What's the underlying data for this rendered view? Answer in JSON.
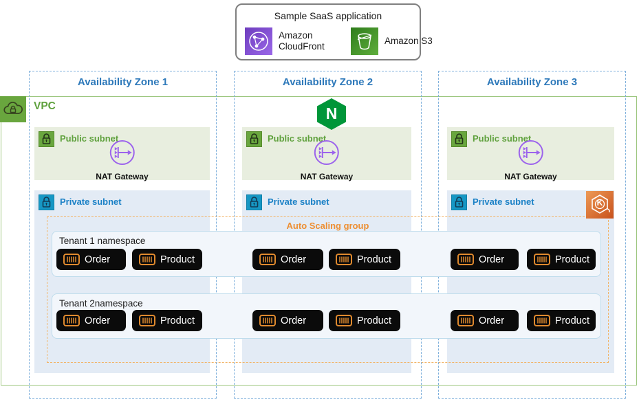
{
  "saas": {
    "title": "Sample SaaS application",
    "services": [
      {
        "label": "Amazon CloudFront"
      },
      {
        "label": "Amazon S3"
      }
    ]
  },
  "zones": [
    {
      "label": "Availability Zone 1"
    },
    {
      "label": "Availability Zone 2"
    },
    {
      "label": "Availability Zone 3"
    }
  ],
  "vpc": {
    "label": "VPC"
  },
  "subnets": {
    "public_label": "Public subnet",
    "private_label": "Private subnet"
  },
  "nat": {
    "label": "NAT Gateway"
  },
  "asg": {
    "label": "Auto Scaling group"
  },
  "tenants": [
    {
      "label": "Tenant 1 namespace"
    },
    {
      "label": "Tenant 2namespace"
    }
  ],
  "containers": {
    "order": "Order",
    "product": "Product"
  },
  "icons": {
    "cloudfront": "cloudfront-icon",
    "s3": "s3-bucket-icon",
    "vpc": "vpc-cloud-lock-icon",
    "public_lock": "public-subnet-lock-icon",
    "private_lock": "private-subnet-lock-icon",
    "nat": "nat-gateway-icon",
    "nginx": "nginx-icon",
    "nginx_letter": "N",
    "eks": "eks-kubernetes-icon",
    "eks_letter": "K",
    "container": "container-icon"
  },
  "colors": {
    "az_blue": "#2e79ba",
    "az_border": "#7fb0dc",
    "vpc_green": "#5fa13d",
    "vpc_border": "#9cc67e",
    "public_bg": "#e8eedf",
    "private_bg": "#e3ebf5",
    "private_blue": "#1b81c6",
    "asg_orange": "#ed8f33",
    "asg_dash": "#f2b467",
    "tenant_bg": "#f2f6fb",
    "tenant_border": "#bfdcec",
    "button_bg": "#0b0b0b",
    "container_orange": "#e08a2e",
    "nat_purple": "#9c63ec",
    "nginx_green": "#009639"
  }
}
